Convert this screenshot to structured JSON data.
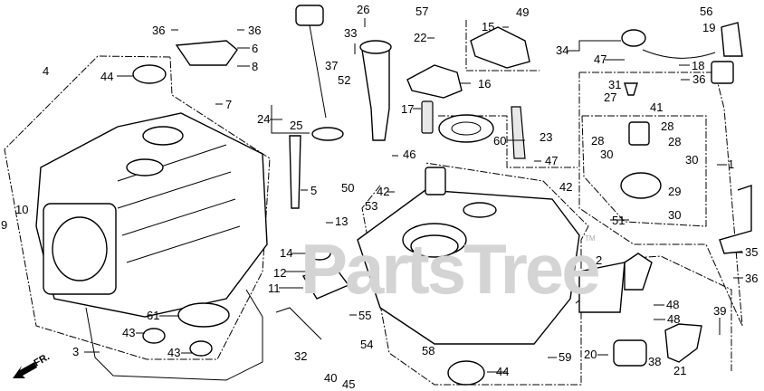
{
  "diagram": {
    "watermark": "PartsTree",
    "trademark": "TM",
    "front_arrow_label": "FR.",
    "labels": [
      "36",
      "36",
      "6",
      "8",
      "7",
      "44",
      "4",
      "26",
      "33",
      "37",
      "52",
      "24",
      "25",
      "5",
      "50",
      "46",
      "53",
      "42",
      "13",
      "14",
      "12",
      "11",
      "55",
      "9",
      "10",
      "61",
      "43",
      "43",
      "3",
      "32",
      "40",
      "45",
      "54",
      "57",
      "22",
      "15",
      "49",
      "16",
      "17",
      "60",
      "23",
      "47",
      "42",
      "56",
      "19",
      "34",
      "47",
      "18",
      "36",
      "31",
      "27",
      "41",
      "28",
      "28",
      "28",
      "30",
      "30",
      "1",
      "29",
      "30",
      "51",
      "2",
      "35",
      "36",
      "48",
      "48",
      "39",
      "20",
      "38",
      "21",
      "58",
      "44",
      "59"
    ]
  }
}
